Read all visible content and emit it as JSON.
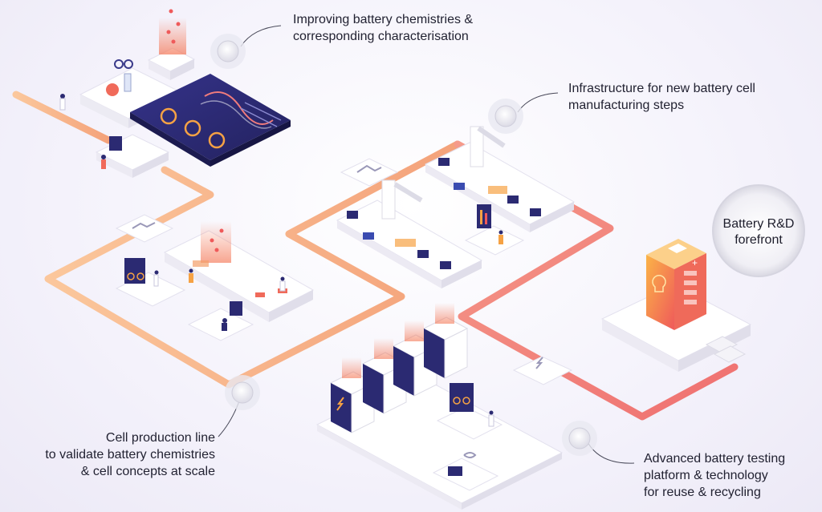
{
  "callouts": {
    "chemistries": "Improving battery chemistries &\ncorresponding characterisation",
    "infrastructure": "Infrastructure for new battery cell\nmanufacturing steps",
    "production": "Cell production line\nto validate battery chemistries\n& cell concepts at scale",
    "testing": "Advanced battery testing\nplatform & technology\nfor reuse & recycling"
  },
  "hub": {
    "label": "Battery R&D\nforefront"
  },
  "colors": {
    "path_orange": "#f7b27a",
    "path_red": "#f07c7c",
    "dark_panel": "#2b2a72",
    "battery_orange": "#f6a244",
    "battery_red": "#ef5a5a",
    "platform": "#ffffff",
    "marker": "#e8e8ee"
  }
}
